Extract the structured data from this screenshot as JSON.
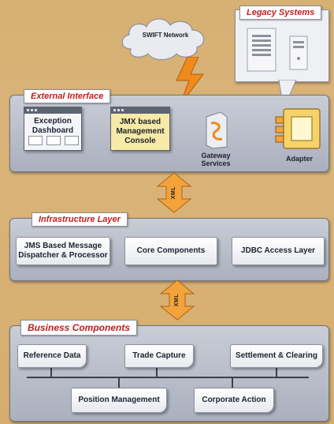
{
  "legacy": {
    "title": "Legacy Systems"
  },
  "swift": {
    "label": "SWIFT Network"
  },
  "external": {
    "title": "External Interface",
    "exception_dashboard": "Exception Dashboard",
    "jmx_console": "JMX based Management Console",
    "gateway": "Gateway Services",
    "adapter": "Adapter"
  },
  "connector_top": {
    "label": "XML"
  },
  "infrastructure": {
    "title": "Infrastructure Layer",
    "jms": "JMS Based Message Dispatcher & Processor",
    "core": "Core Components",
    "jdbc": "JDBC Access Layer"
  },
  "connector_bottom": {
    "label": "XML"
  },
  "business": {
    "title": "Business Components",
    "reference_data": "Reference Data",
    "trade_capture": "Trade Capture",
    "settlement": "Settlement & Clearing",
    "position": "Position Management",
    "corporate_action": "Corporate Action"
  },
  "colors": {
    "tag_text": "#c21c1c",
    "arrow": "#f2a33a",
    "lightning": "#f08a1c"
  }
}
